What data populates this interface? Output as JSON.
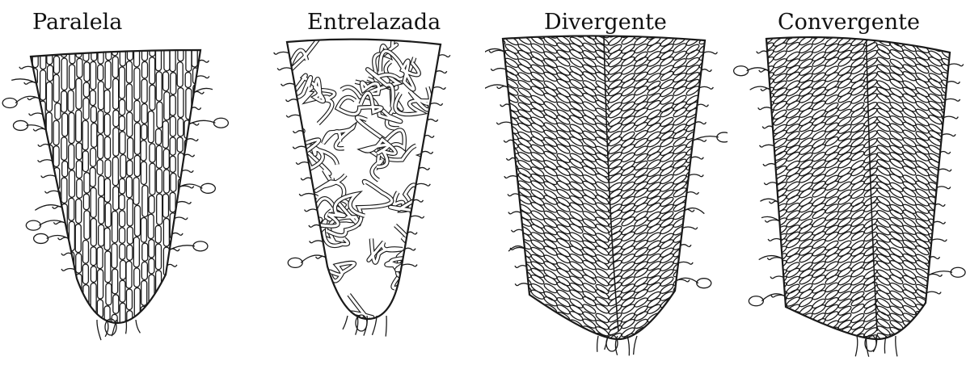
{
  "panels": [
    {
      "label": "Paralela",
      "pattern": "parallel"
    },
    {
      "label": "Entrelazada",
      "pattern": "interwoven"
    },
    {
      "label": "Divergente",
      "pattern": "divergent"
    },
    {
      "label": "Convergente",
      "pattern": "convergent"
    }
  ],
  "colors": {
    "ink": "#1a1a1a",
    "paper": "#ffffff"
  }
}
